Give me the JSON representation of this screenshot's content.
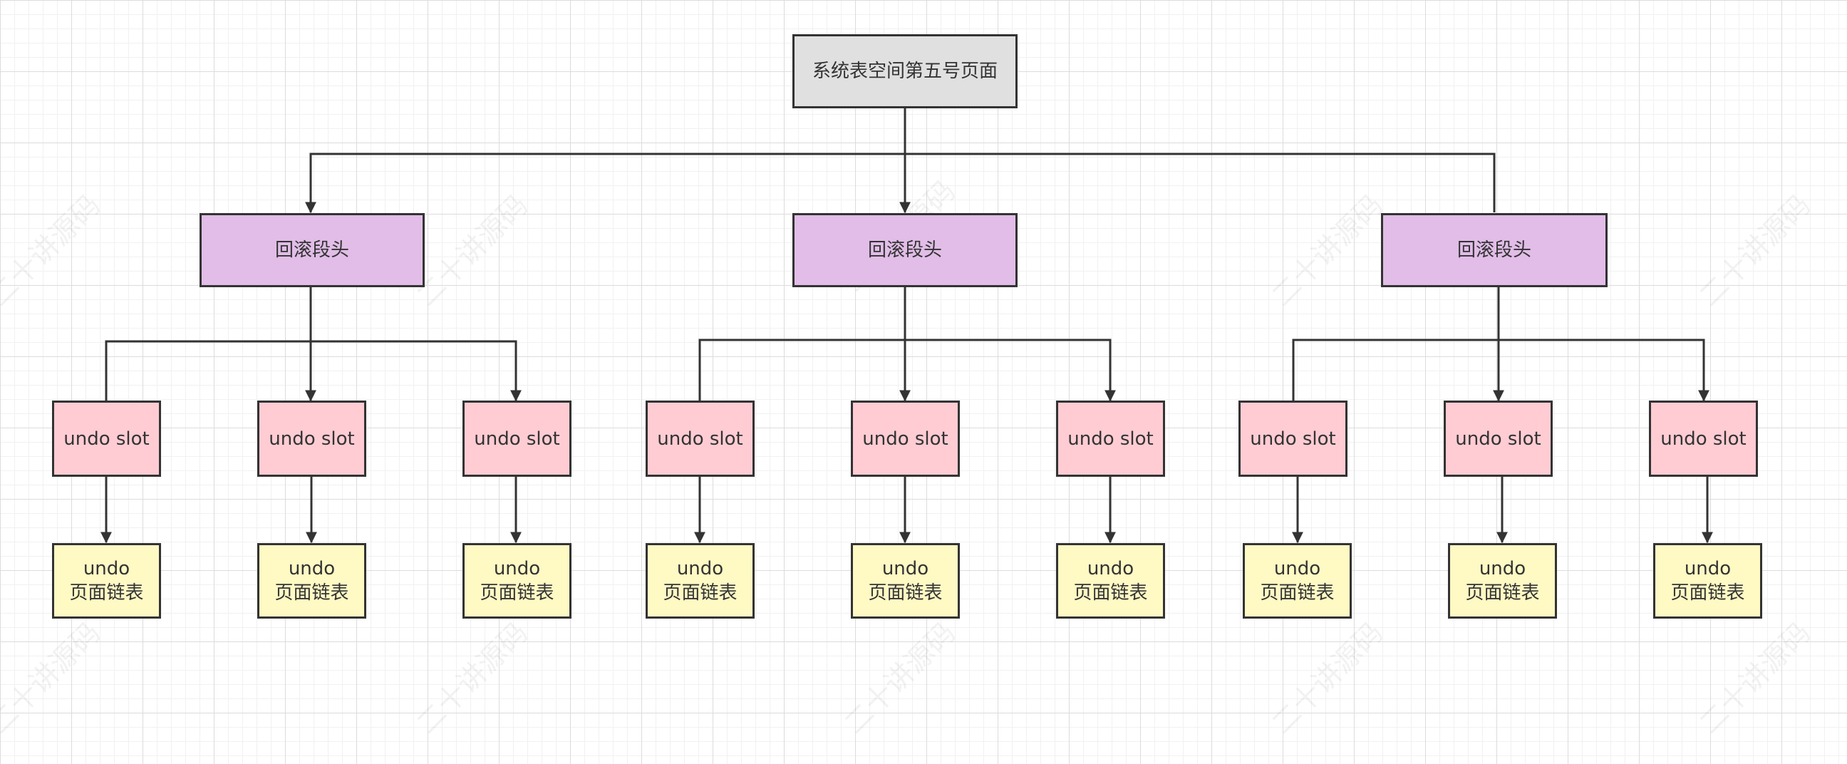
{
  "root": {
    "label": "系统表空间第五号页面"
  },
  "segments": [
    {
      "label": "回滚段头"
    },
    {
      "label": "回滚段头"
    },
    {
      "label": "回滚段头"
    }
  ],
  "slots": [
    {
      "label": "undo slot"
    },
    {
      "label": "undo slot"
    },
    {
      "label": "undo slot"
    },
    {
      "label": "undo slot"
    },
    {
      "label": "undo slot"
    },
    {
      "label": "undo slot"
    },
    {
      "label": "undo slot"
    },
    {
      "label": "undo slot"
    },
    {
      "label": "undo slot"
    }
  ],
  "page_lists": [
    {
      "line1": "undo",
      "line2": "页面链表"
    },
    {
      "line1": "undo",
      "line2": "页面链表"
    },
    {
      "line1": "undo",
      "line2": "页面链表"
    },
    {
      "line1": "undo",
      "line2": "页面链表"
    },
    {
      "line1": "undo",
      "line2": "页面链表"
    },
    {
      "line1": "undo",
      "line2": "页面链表"
    },
    {
      "line1": "undo",
      "line2": "页面链表"
    },
    {
      "line1": "undo",
      "line2": "页面链表"
    },
    {
      "line1": "undo",
      "line2": "页面链表"
    }
  ],
  "watermark": "二十讲源码"
}
